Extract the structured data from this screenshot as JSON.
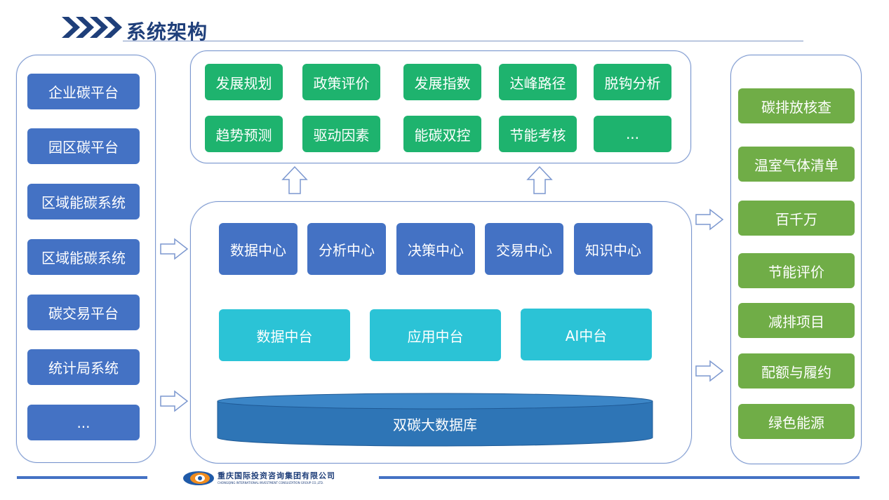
{
  "header": {
    "title": "系统架构"
  },
  "left_sources": [
    "企业碳平台",
    "园区碳平台",
    "区域能碳系统",
    "区域能碳系统",
    "碳交易平台",
    "统计局系统",
    "..."
  ],
  "top_apps": {
    "row1": [
      "发展规划",
      "政策评价",
      "发展指数",
      "达峰路径",
      "脱钩分析"
    ],
    "row2": [
      "趋势预测",
      "驱动因素",
      "能碳双控",
      "节能考核",
      "..."
    ]
  },
  "centers": [
    "数据中心",
    "分析中心",
    "决策中心",
    "交易中心",
    "知识中心"
  ],
  "middle_platforms": [
    "数据中台",
    "应用中台",
    "AI中台"
  ],
  "database": {
    "label": "双碳大数据库"
  },
  "right_outputs": [
    "碳排放核查",
    "温室气体清单",
    "百千万",
    "节能评价",
    "减排项目",
    "配额与履约",
    "绿色能源"
  ],
  "footer": {
    "company_cn": "重庆国际投资咨询集团有限公司",
    "company_en": "CHONGQING INTERNATIONAL INVESTMENT CONSULTATION GROUP CO.,LTD."
  },
  "colors": {
    "title": "#1F3F7A",
    "blue": "#4472C4",
    "green": "#1EB36E",
    "cyan": "#2BC3D6",
    "olive": "#70AD47",
    "db": "#2E75B6",
    "border": "#7B97CF"
  }
}
